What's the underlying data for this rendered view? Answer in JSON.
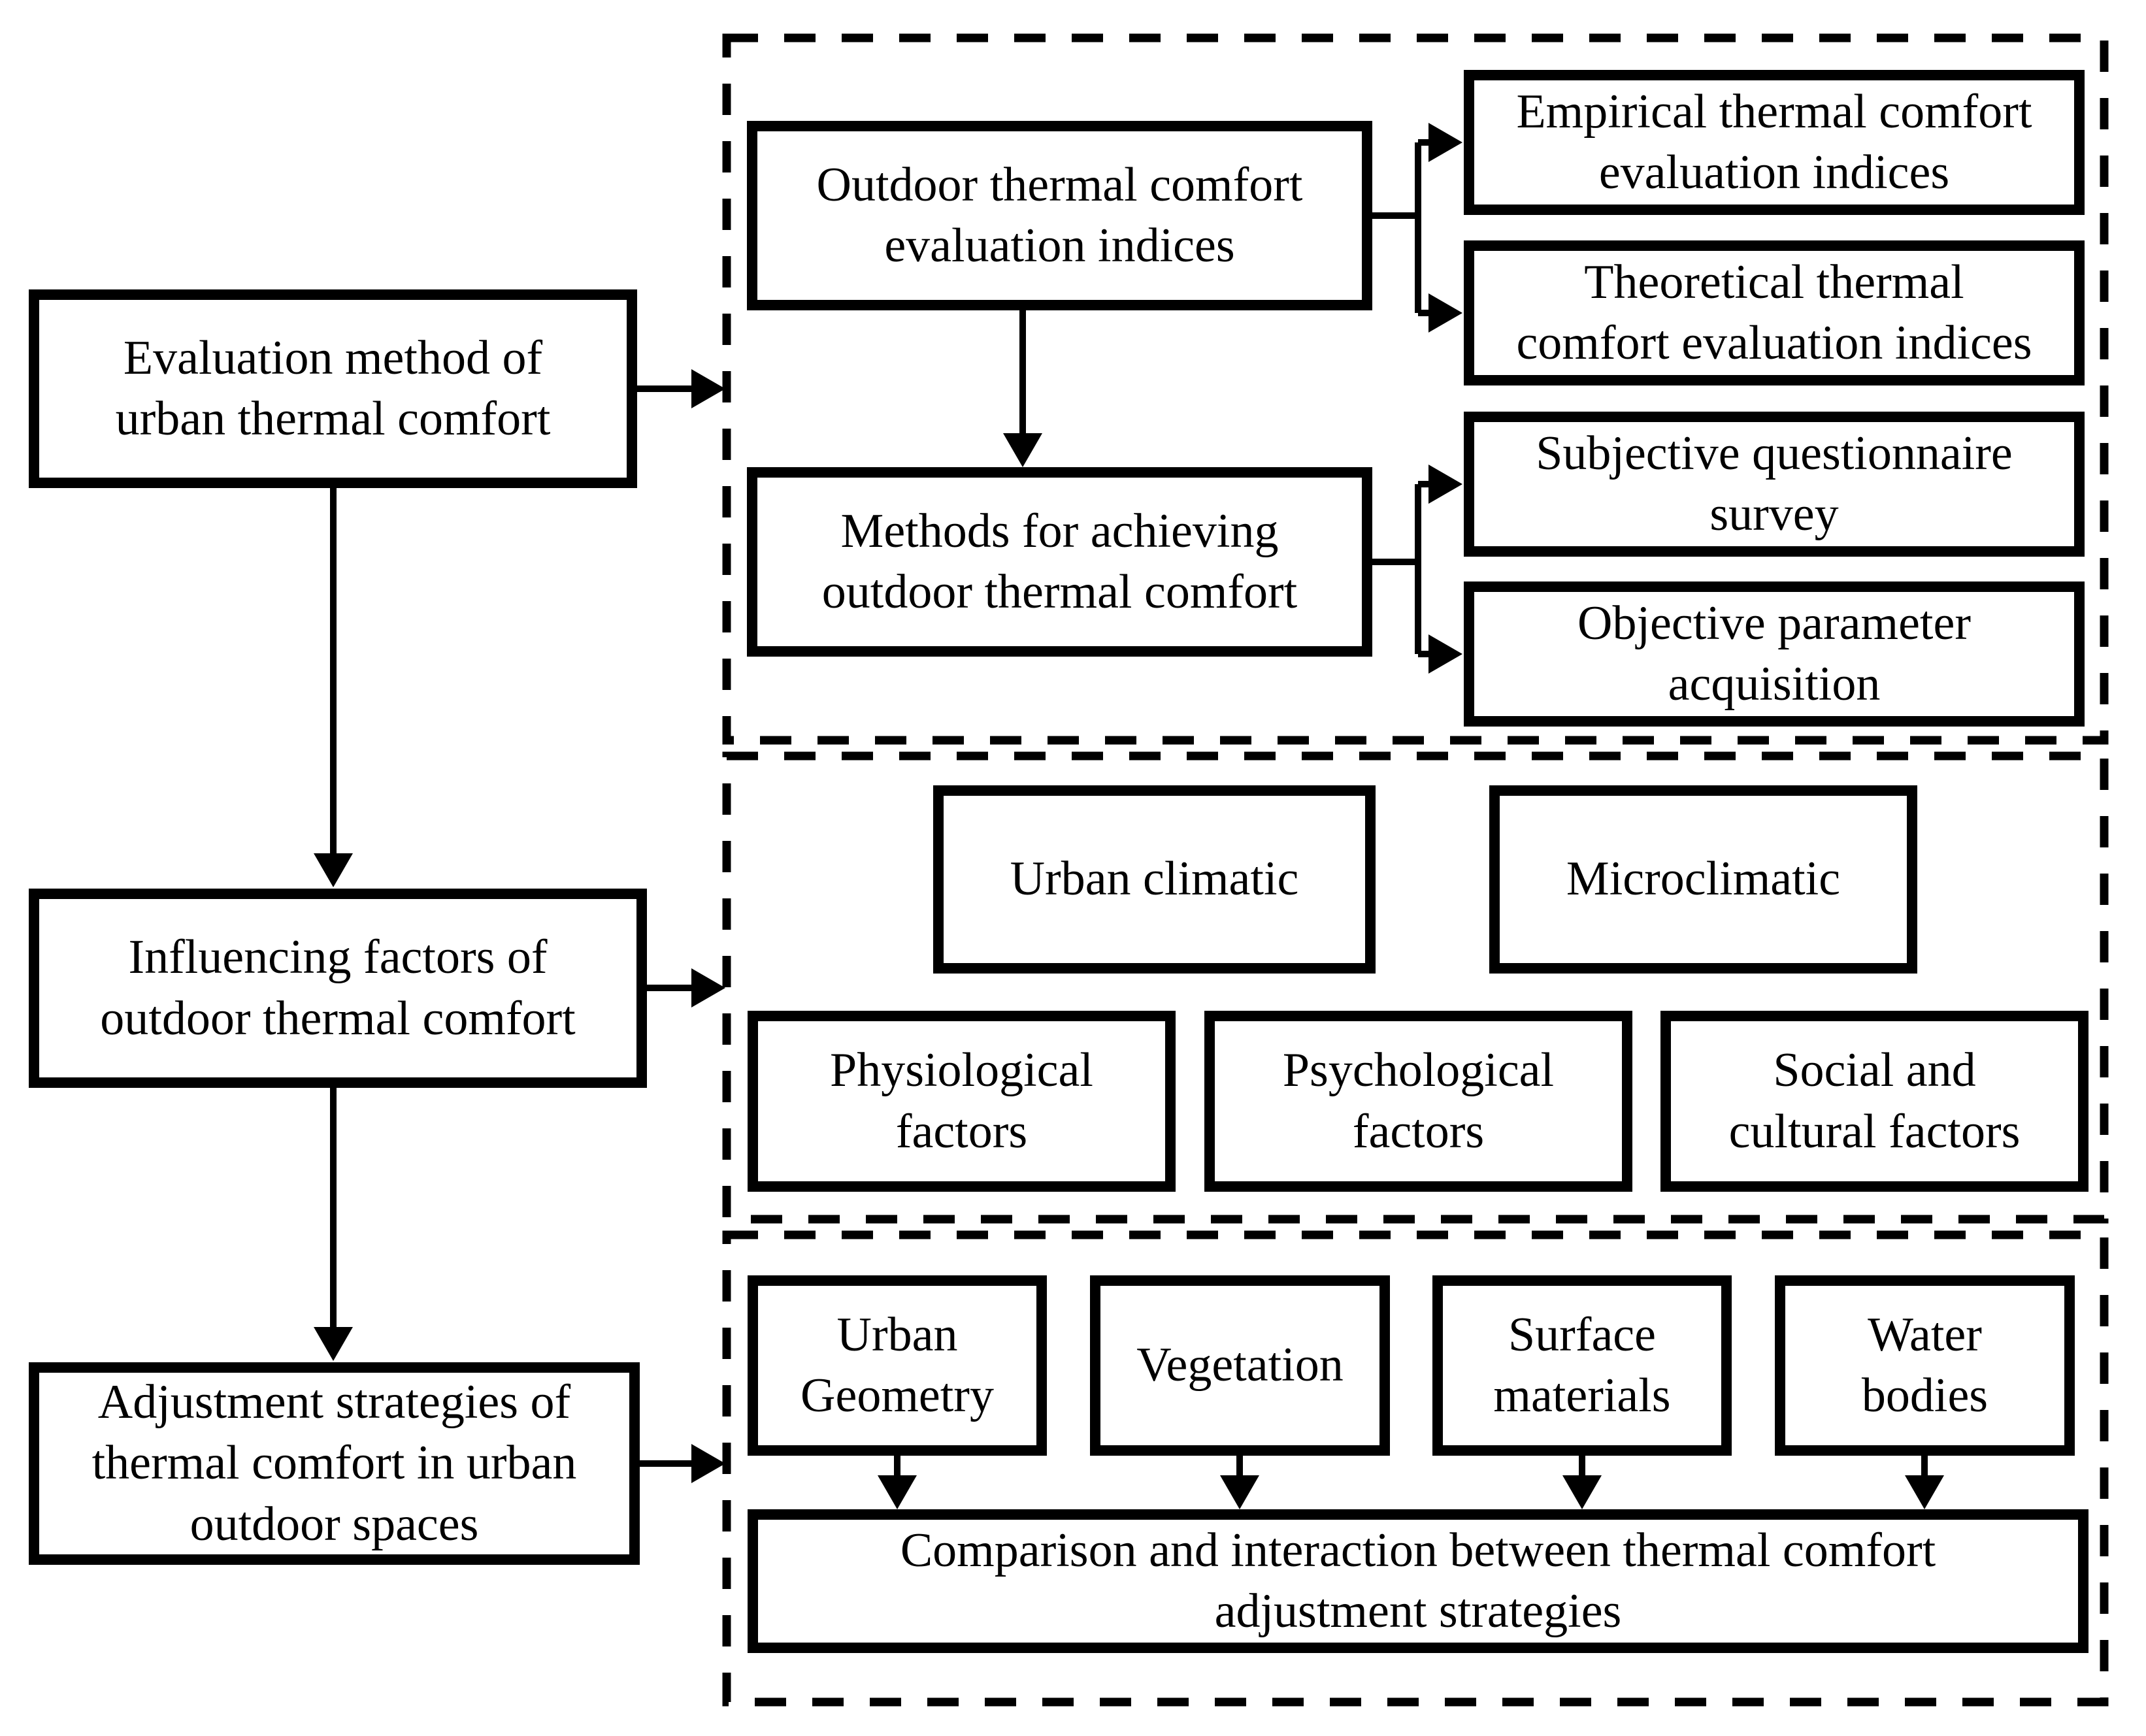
{
  "diagram": {
    "title_hint": "Research framework of urban outdoor thermal comfort",
    "colors": {
      "line": "#000000",
      "background": "#ffffff"
    },
    "boxes": {
      "evaluation_method": {
        "lines": [
          "Evaluation method of",
          "urban thermal comfort"
        ]
      },
      "influencing_factors": {
        "lines": [
          "Influencing factors of",
          "outdoor thermal comfort"
        ]
      },
      "adjustment_strategies": {
        "lines": [
          "Adjustment strategies of",
          "thermal comfort in urban",
          "outdoor spaces"
        ]
      },
      "outdoor_indices": {
        "lines": [
          "Outdoor thermal comfort",
          "evaluation indices"
        ]
      },
      "methods_achieving": {
        "lines": [
          "Methods for achieving",
          "outdoor thermal comfort"
        ]
      },
      "empirical_indices": {
        "lines": [
          "Empirical thermal comfort",
          "evaluation indices"
        ]
      },
      "theoretical_indices": {
        "lines": [
          "Theoretical thermal",
          "comfort evaluation indices"
        ]
      },
      "subjective_survey": {
        "lines": [
          "Subjective questionnaire",
          "survey"
        ]
      },
      "objective_acquisition": {
        "lines": [
          "Objective parameter",
          "acquisition"
        ]
      },
      "urban_climatic": {
        "lines": [
          "Urban climatic"
        ]
      },
      "microclimatic": {
        "lines": [
          "Microclimatic"
        ]
      },
      "physiological_factors": {
        "lines": [
          "Physiological",
          "factors"
        ]
      },
      "psychological_factors": {
        "lines": [
          "Psychological",
          "factors"
        ]
      },
      "social_cultural_factors": {
        "lines": [
          "Social and",
          "cultural factors"
        ]
      },
      "urban_geometry": {
        "lines": [
          "Urban",
          "Geometry"
        ]
      },
      "vegetation": {
        "lines": [
          "Vegetation"
        ]
      },
      "surface_materials": {
        "lines": [
          "Surface",
          "materials"
        ]
      },
      "water_bodies": {
        "lines": [
          "Water",
          "bodies"
        ]
      },
      "comparison": {
        "lines": [
          "Comparison and interaction between thermal comfort",
          "adjustment strategies"
        ]
      }
    }
  }
}
